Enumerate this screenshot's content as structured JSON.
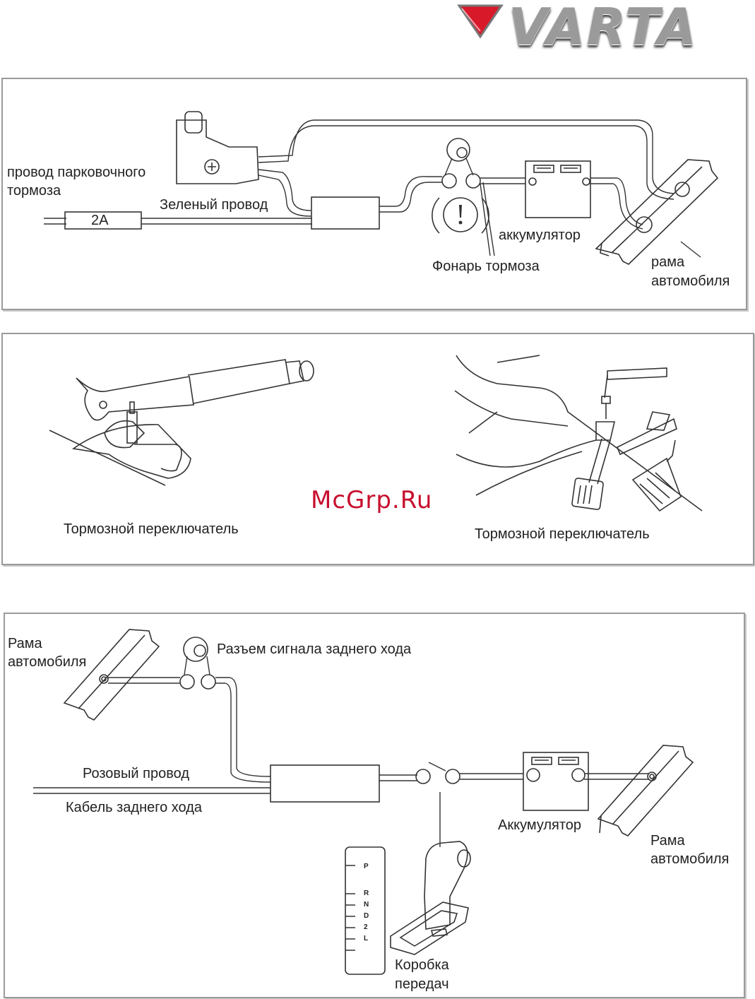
{
  "logo": {
    "text": "VARTA"
  },
  "watermark": "McGrp.Ru",
  "panel1": {
    "parking_brake_wire_line1": "провод парковочного",
    "parking_brake_wire_line2": "тормоза",
    "green_wire": "Зеленый провод",
    "fuse": "2A",
    "battery": "аккумулятор",
    "brake_light": "Фонарь тормоза",
    "frame_line1": "рама",
    "frame_line2": "автомобиля"
  },
  "panel2": {
    "left_switch": "Тормозной переключатель",
    "right_switch": "Тормозной переключатель"
  },
  "panel3": {
    "frame_left_line1": "Рама",
    "frame_left_line2": "автомобиля",
    "reverse_connector": "Разъем сигнала заднего хода",
    "pink_wire": "Розовый провод",
    "reverse_cable": "Кабель заднего хода",
    "battery": "Аккумулятор",
    "frame_right_line1": "Рама",
    "frame_right_line2": "автомобиля",
    "gearbox_line1": "Коробка",
    "gearbox_line2": "передач",
    "gear_positions": [
      "P",
      "R",
      "N",
      "D",
      "2",
      "L"
    ]
  }
}
